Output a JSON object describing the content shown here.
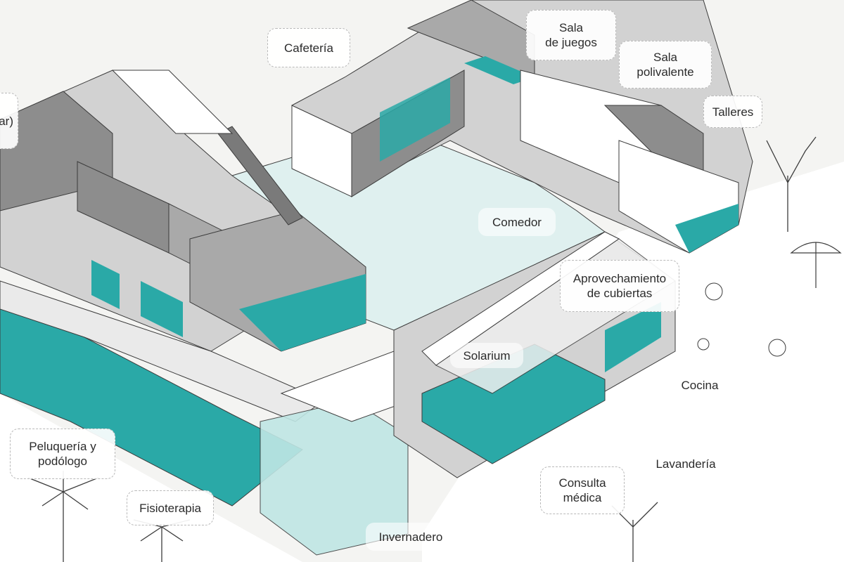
{
  "colors": {
    "accent": "#2aa9a7",
    "floor": "#dff0ef",
    "wall_dark": "#8d8d8d",
    "wall_mid": "#a9a9a9",
    "wall_light": "#d2d2d2",
    "ground": "#ffffff",
    "line": "#3c3c3c"
  },
  "labels": {
    "cafeteria": "Cafetería",
    "sala_juegos": "Sala\nde juegos",
    "sala_polivalente": "Sala\npolivalente",
    "talleres": "Talleres",
    "comedor": "Comedor",
    "aprovechamiento": "Aprovechamiento\nde cubiertas",
    "solarium": "Solarium",
    "cocina": "Cocina",
    "lavanderia": "Lavandería",
    "consulta": "Consulta\nmédica",
    "invernadero": "Invernadero",
    "fisioterapia": "Fisioterapia",
    "peluqueria": "Peluquería y\npodólogo",
    "cut_left": "ar)"
  }
}
